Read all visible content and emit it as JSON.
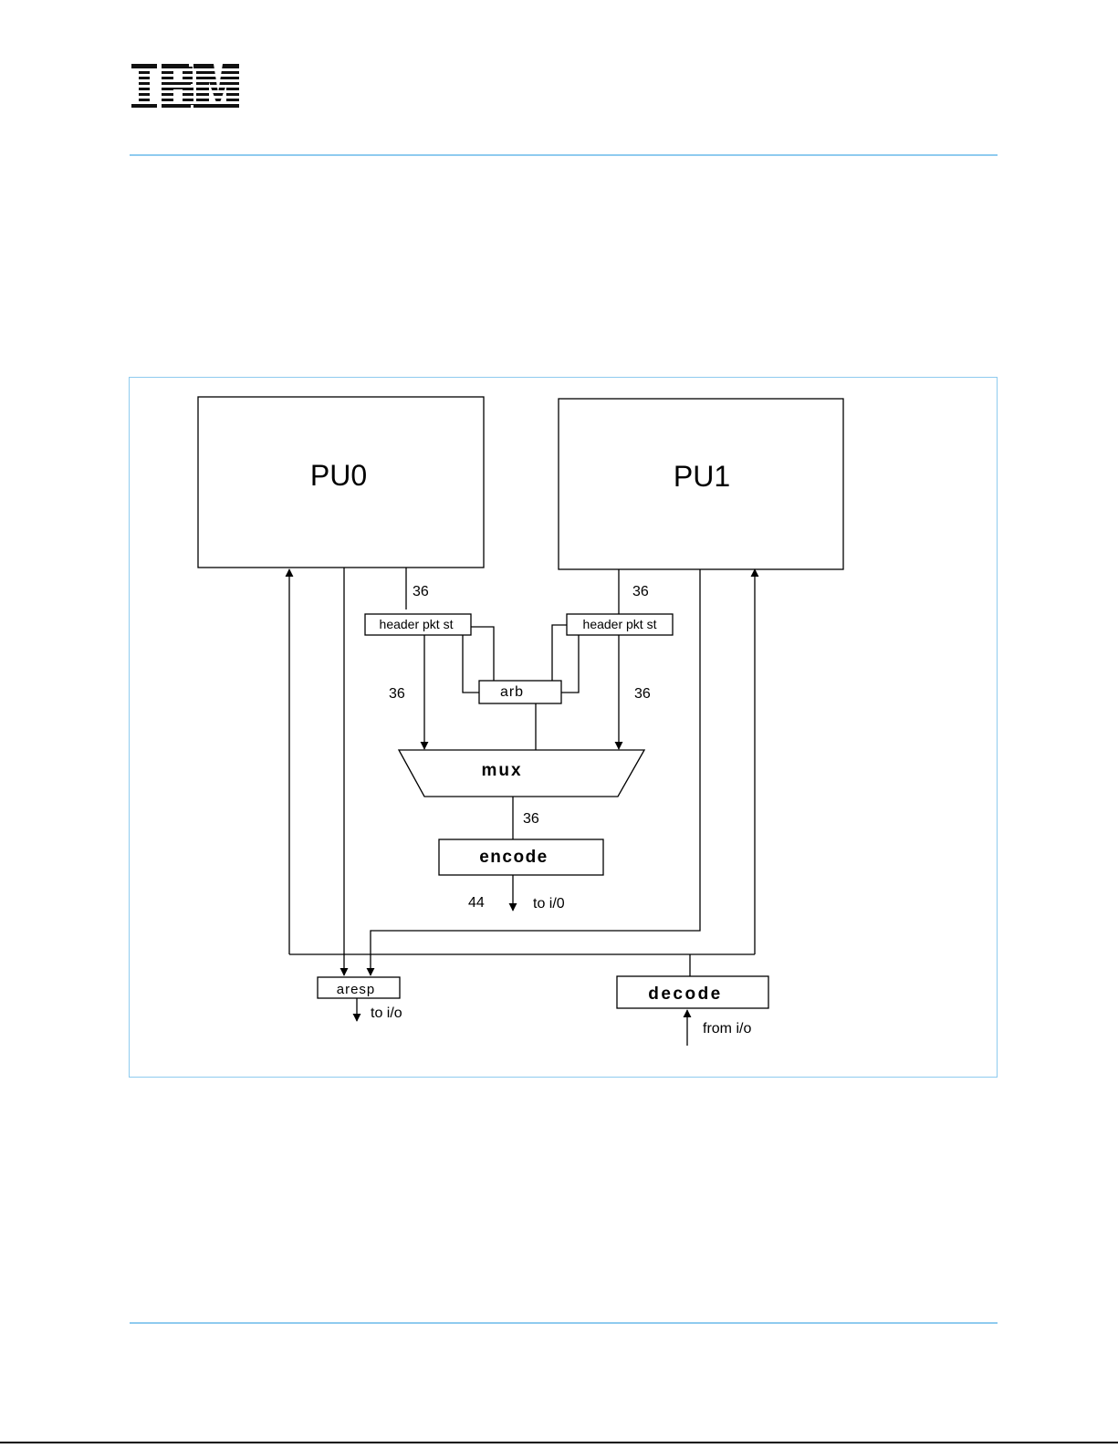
{
  "header": {
    "logo_icon": "ibm-striped-logo-icon",
    "accent_color": "#8fcbef"
  },
  "diagram": {
    "pu0": "PU0",
    "pu1": "PU1",
    "header_left": "header pkt st",
    "header_right": "header pkt st",
    "arb": "arb",
    "mux": "mux",
    "encode": "encode",
    "aresp": "aresp",
    "decode": "decode",
    "width_pu0_out": "36",
    "width_pu1_out": "36",
    "width_left_to_mux": "36",
    "width_right_to_mux": "36",
    "width_mux_out": "36",
    "width_encode_out": "44",
    "encode_dest": "to i/0",
    "aresp_dest": "to i/o",
    "decode_src": "from i/o"
  }
}
